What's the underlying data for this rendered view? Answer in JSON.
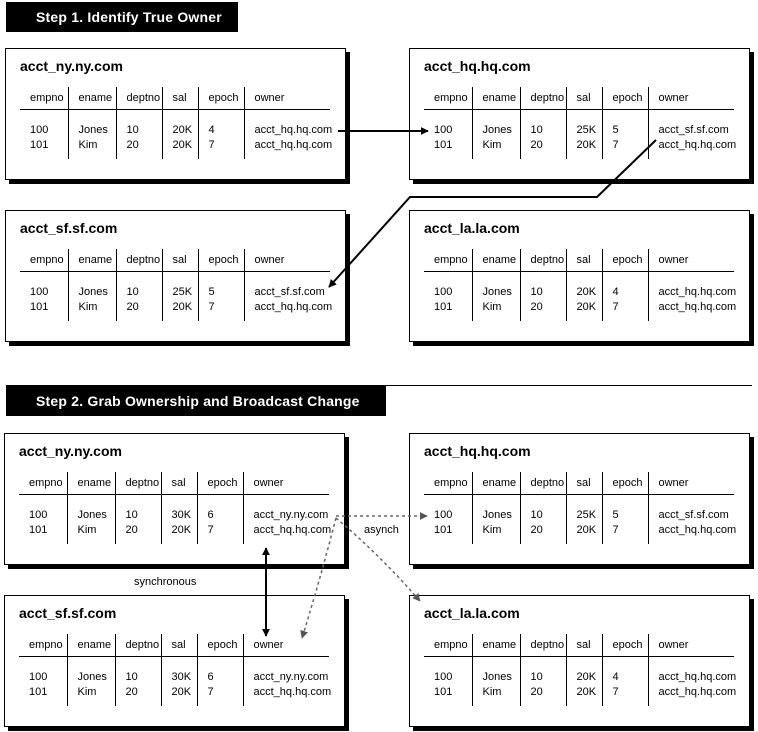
{
  "step1": {
    "title": "Step 1. Identify True Owner"
  },
  "step2": {
    "title": "Step 2. Grab Ownership and Broadcast Change"
  },
  "columns": [
    "empno",
    "ename",
    "deptno",
    "sal",
    "epoch",
    "owner"
  ],
  "tables": [
    {
      "name": "acct_ny.ny.com",
      "rows": [
        [
          "100",
          "Jones",
          "10",
          "20K",
          "4",
          "acct_hq.hq.com"
        ],
        [
          "101",
          "Kim",
          "20",
          "20K",
          "7",
          "acct_hq.hq.com"
        ]
      ]
    },
    {
      "name": "acct_hq.hq.com",
      "rows": [
        [
          "100",
          "Jones",
          "10",
          "25K",
          "5",
          "acct_sf.sf.com"
        ],
        [
          "101",
          "Kim",
          "20",
          "20K",
          "7",
          "acct_hq.hq.com"
        ]
      ]
    },
    {
      "name": "acct_sf.sf.com",
      "rows": [
        [
          "100",
          "Jones",
          "10",
          "25K",
          "5",
          "acct_sf.sf.com"
        ],
        [
          "101",
          "Kim",
          "20",
          "20K",
          "7",
          "acct_hq.hq.com"
        ]
      ]
    },
    {
      "name": "acct_la.la.com",
      "rows": [
        [
          "100",
          "Jones",
          "10",
          "20K",
          "4",
          "acct_hq.hq.com"
        ],
        [
          "101",
          "Kim",
          "20",
          "20K",
          "7",
          "acct_hq.hq.com"
        ]
      ]
    },
    {
      "name": "acct_ny.ny.com",
      "rows": [
        [
          "100",
          "Jones",
          "10",
          "30K",
          "6",
          "acct_ny.ny.com"
        ],
        [
          "101",
          "Kim",
          "20",
          "20K",
          "7",
          "acct_hq.hq.com"
        ]
      ]
    },
    {
      "name": "acct_hq.hq.com",
      "rows": [
        [
          "100",
          "Jones",
          "10",
          "25K",
          "5",
          "acct_sf.sf.com"
        ],
        [
          "101",
          "Kim",
          "20",
          "20K",
          "7",
          "acct_hq.hq.com"
        ]
      ]
    },
    {
      "name": "acct_sf.sf.com",
      "rows": [
        [
          "100",
          "Jones",
          "10",
          "30K",
          "6",
          "acct_ny.ny.com"
        ],
        [
          "101",
          "Kim",
          "20",
          "20K",
          "7",
          "acct_hq.hq.com"
        ]
      ]
    },
    {
      "name": "acct_la.la.com",
      "rows": [
        [
          "100",
          "Jones",
          "10",
          "20K",
          "4",
          "acct_hq.hq.com"
        ],
        [
          "101",
          "Kim",
          "20",
          "20K",
          "7",
          "acct_hq.hq.com"
        ]
      ]
    }
  ],
  "labels": {
    "asynch": "asynch",
    "synchronous": "synchronous"
  }
}
